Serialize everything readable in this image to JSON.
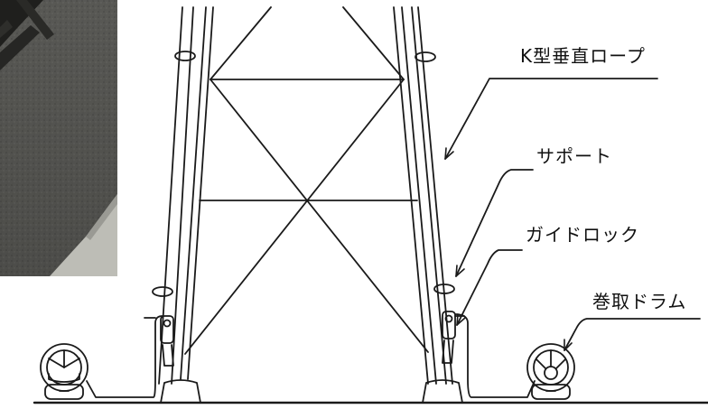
{
  "labels": {
    "k_vertical_rope": "K型垂直ロープ",
    "support": "サポート",
    "guide_lock": "ガイドロック",
    "winding_drum": "巻取ドラム"
  },
  "colors": {
    "line": "#1a1a1a",
    "asphalt": "#5b5b58",
    "curb": "#bfbfb8"
  }
}
